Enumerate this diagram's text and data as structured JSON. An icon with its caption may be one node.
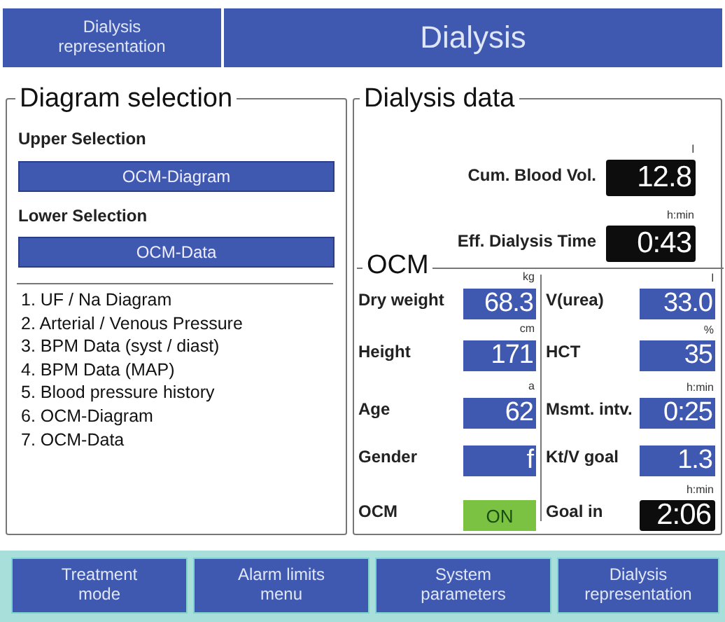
{
  "diagram": {
    "nodes": [
      {
        "text": [
          "Dialysis representation"
        ]
      },
      {
        "text": [
          "Dialysis"
        ]
      },
      {
        "text": [
          "Diagram selection",
          "Upper Selection",
          "Lower Selection",
          "1. UF / Na Diagram",
          "2. Arterial / Venous Pressure",
          "3. BPM Data (syst / diast)",
          "4. BPM Data (MAP)",
          "5. Blood pressure history",
          "6. OCM-Diagram",
          "7. OCM-Data"
        ]
      },
      {
        "text": [
          "Dialysis data"
        ]
      },
      {
        "text": [
          "OCM"
        ],
        "in": 3
      },
      {
        "text": [
          "OCM-Diagram"
        ],
        "in": 2
      },
      {
        "text": [
          "OCM-Data"
        ],
        "in": 2
      },
      {
        "text": [
          "12.8"
        ],
        "in": 3,
        "beside": [
          "l"
        ]
      },
      {
        "text": [
          "0:43"
        ],
        "in": 3,
        "beside": [
          "h:min"
        ]
      },
      {
        "text": [
          "68.3"
        ],
        "in": 4,
        "beside": [
          "kg"
        ]
      },
      {
        "text": [
          "33.0"
        ],
        "in": 4,
        "beside": [
          "l"
        ]
      },
      {
        "text": [
          "171"
        ],
        "in": 4,
        "beside": [
          "cm"
        ]
      },
      {
        "text": [
          "35"
        ],
        "in": 4,
        "beside": [
          "%"
        ]
      },
      {
        "text": [
          "62"
        ],
        "in": 4,
        "beside": [
          "a"
        ]
      },
      {
        "text": [
          "0:25"
        ],
        "in": 4,
        "beside": [
          "h:min"
        ]
      },
      {
        "text": [
          "f"
        ],
        "in": 4
      },
      {
        "text": [
          "1.3"
        ],
        "in": 4
      },
      {
        "text": [
          "ON"
        ],
        "in": 4
      },
      {
        "text": [
          "2:06"
        ],
        "in": 4,
        "beside": [
          "h:min"
        ]
      },
      {
        "text": [
          "Treatment mode"
        ]
      },
      {
        "text": [
          "Alarm limits menu"
        ]
      },
      {
        "text": [
          "System parameters"
        ]
      },
      {
        "text": [
          "Dialysis representation"
        ]
      }
    ],
    "labels": [
      "Cum. Blood Vol.",
      "Eff. Dialysis Time",
      "Dry weight",
      "V(urea)",
      "Height",
      "HCT",
      "Age",
      "Msmt. intv.",
      "Gender",
      "Kt/V goal",
      "OCM",
      "Goal in"
    ]
  }
}
